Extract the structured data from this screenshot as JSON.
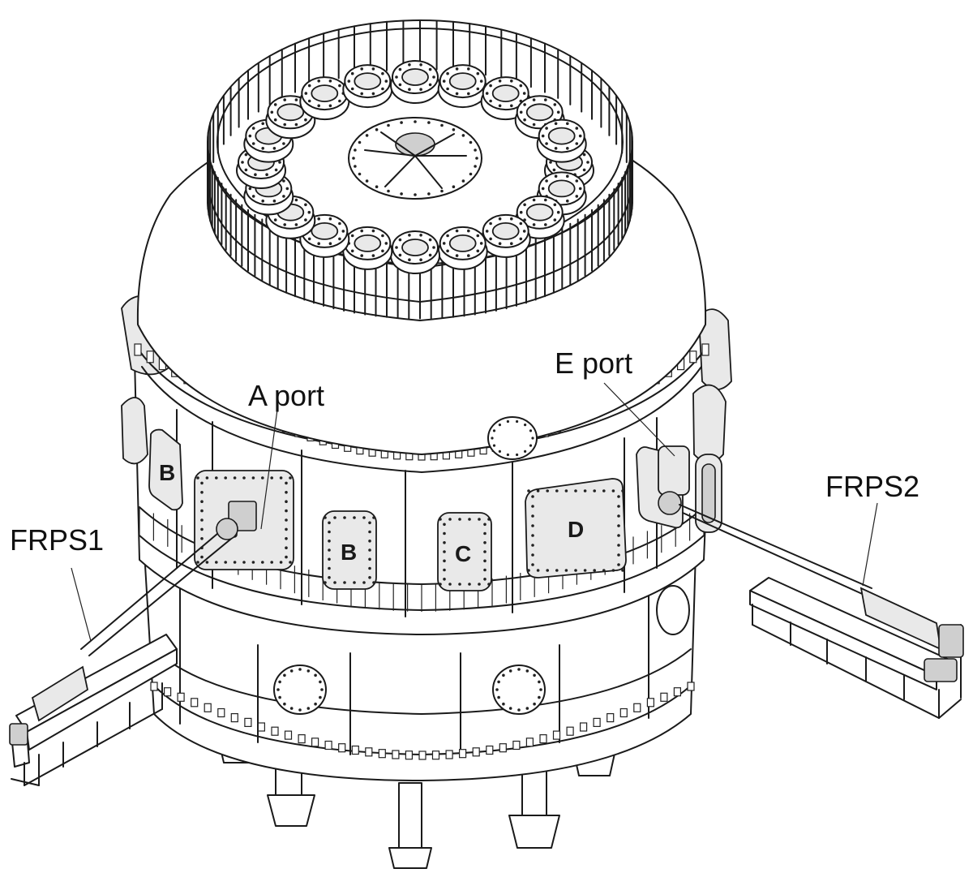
{
  "labels": {
    "a_port": "A port",
    "e_port": "E port",
    "frps1": "FRPS1",
    "frps2": "FRPS2"
  },
  "port_letters": {
    "b_small": "B",
    "b": "B",
    "c": "C",
    "d": "D"
  }
}
